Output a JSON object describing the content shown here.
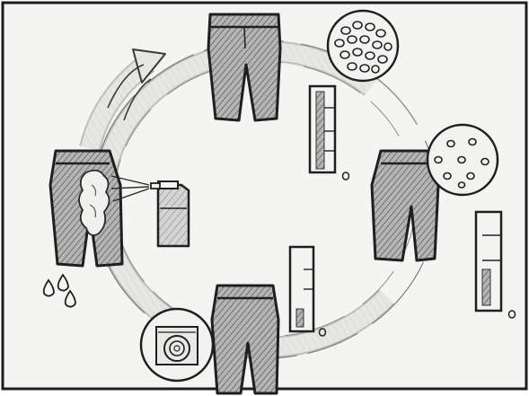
{
  "diagram": {
    "kind": "sketch-cycle",
    "style": "pencil",
    "colors": {
      "paper": "#f4f4f2",
      "frame": "#1e1e1e",
      "pencil": "#2a2a2a",
      "hatch": "#6e6e6e",
      "loop": "#e3e3e1"
    },
    "icons": [
      "cycle-arrow",
      "trousers-top",
      "fabric-dense-dots-circle",
      "thermometer-high",
      "trousers-right",
      "fabric-sparse-dots-circle",
      "thermometer-right",
      "trousers-bottom",
      "thermometer-low",
      "washing-machine-circle",
      "trousers-left-stained",
      "spray-bottle",
      "droplets"
    ]
  }
}
